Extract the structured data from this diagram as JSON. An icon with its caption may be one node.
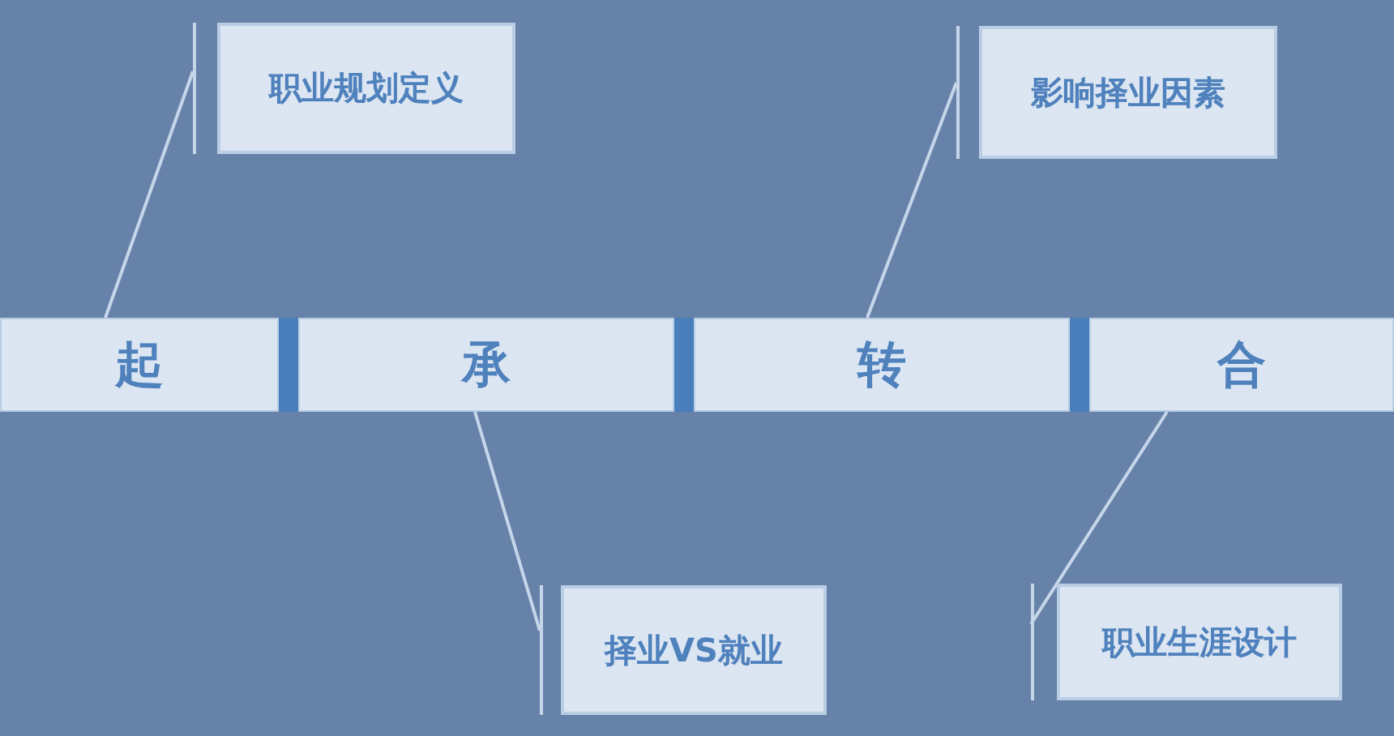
{
  "diagram": {
    "nodes": [
      {
        "text": [
          "职业规划定义"
        ]
      },
      {
        "text": [
          "影响择业因素"
        ]
      },
      {
        "text": [
          "起"
        ]
      },
      {
        "text": [
          "承"
        ]
      },
      {
        "text": [
          "转"
        ]
      },
      {
        "text": [
          "合"
        ]
      },
      {
        "text": [
          "择业VS就业"
        ]
      },
      {
        "text": [
          "职业生涯设计"
        ]
      }
    ],
    "edges": [
      {
        "from": 0,
        "to": 2,
        "arrow": "none"
      },
      {
        "from": 1,
        "to": 4,
        "arrow": "none"
      },
      {
        "from": 6,
        "to": 3,
        "arrow": "none"
      },
      {
        "from": 7,
        "to": 5,
        "arrow": "none"
      }
    ]
  }
}
